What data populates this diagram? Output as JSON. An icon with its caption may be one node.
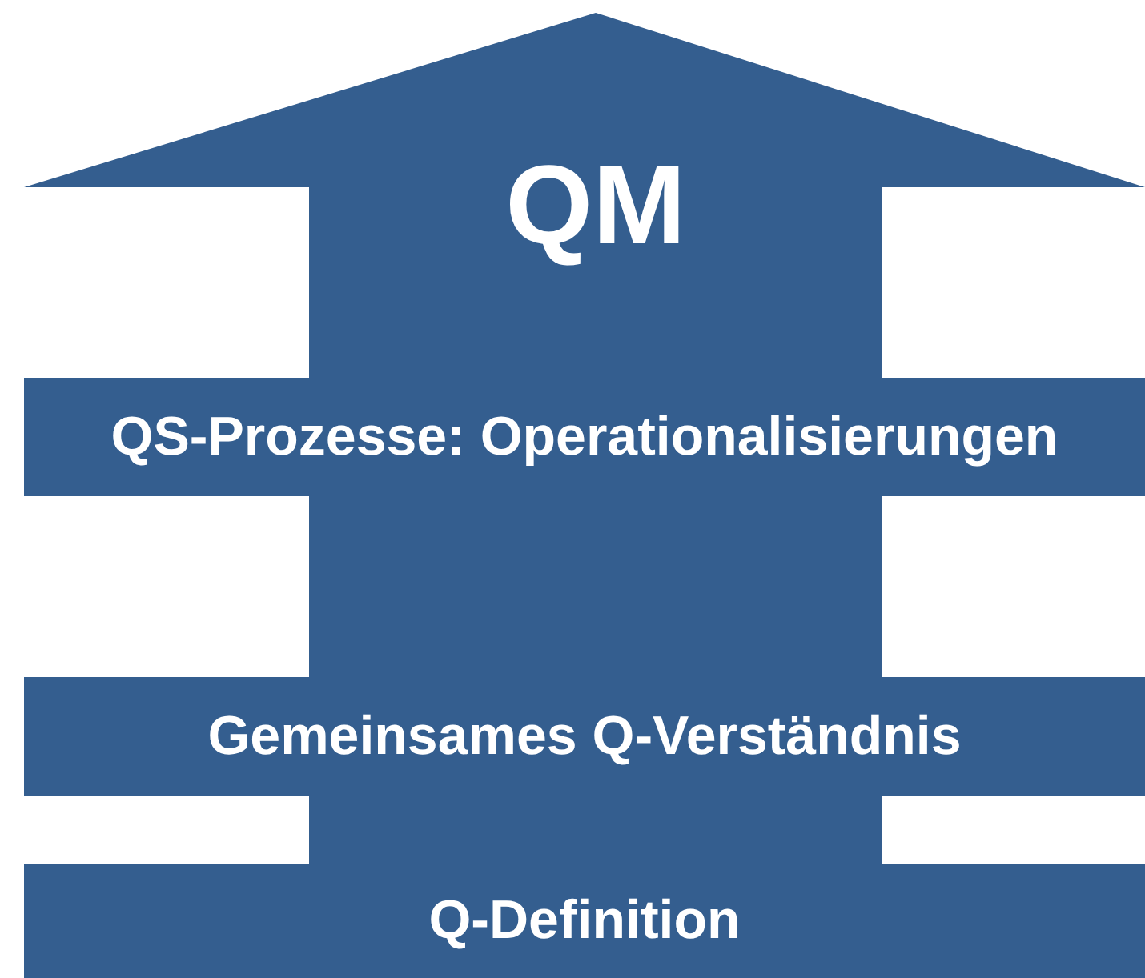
{
  "diagram": {
    "nodes": [
      {
        "text": [
          "QM"
        ]
      },
      {
        "text": [
          "QS-Prozesse: Operationalisierungen"
        ]
      },
      {
        "text": [
          "Gemeinsames Q-Verständnis"
        ]
      },
      {
        "text": [
          "Q-Definition"
        ]
      }
    ]
  }
}
